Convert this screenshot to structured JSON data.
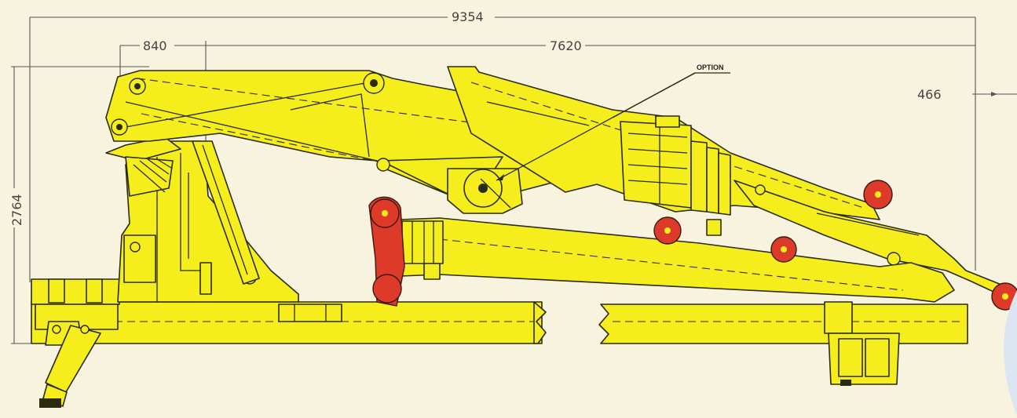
{
  "dimensions": {
    "overall_length": "9354",
    "column_offset": "840",
    "boom_reach": "7620",
    "tip_offset": "466",
    "height": "2764"
  },
  "annotations": {
    "option_label": "OPTION"
  },
  "colors": {
    "background": "#f7f3de",
    "crane_body": "#f5ee1c",
    "accessory": "#de3a2a",
    "outline": "#2b2b10"
  }
}
